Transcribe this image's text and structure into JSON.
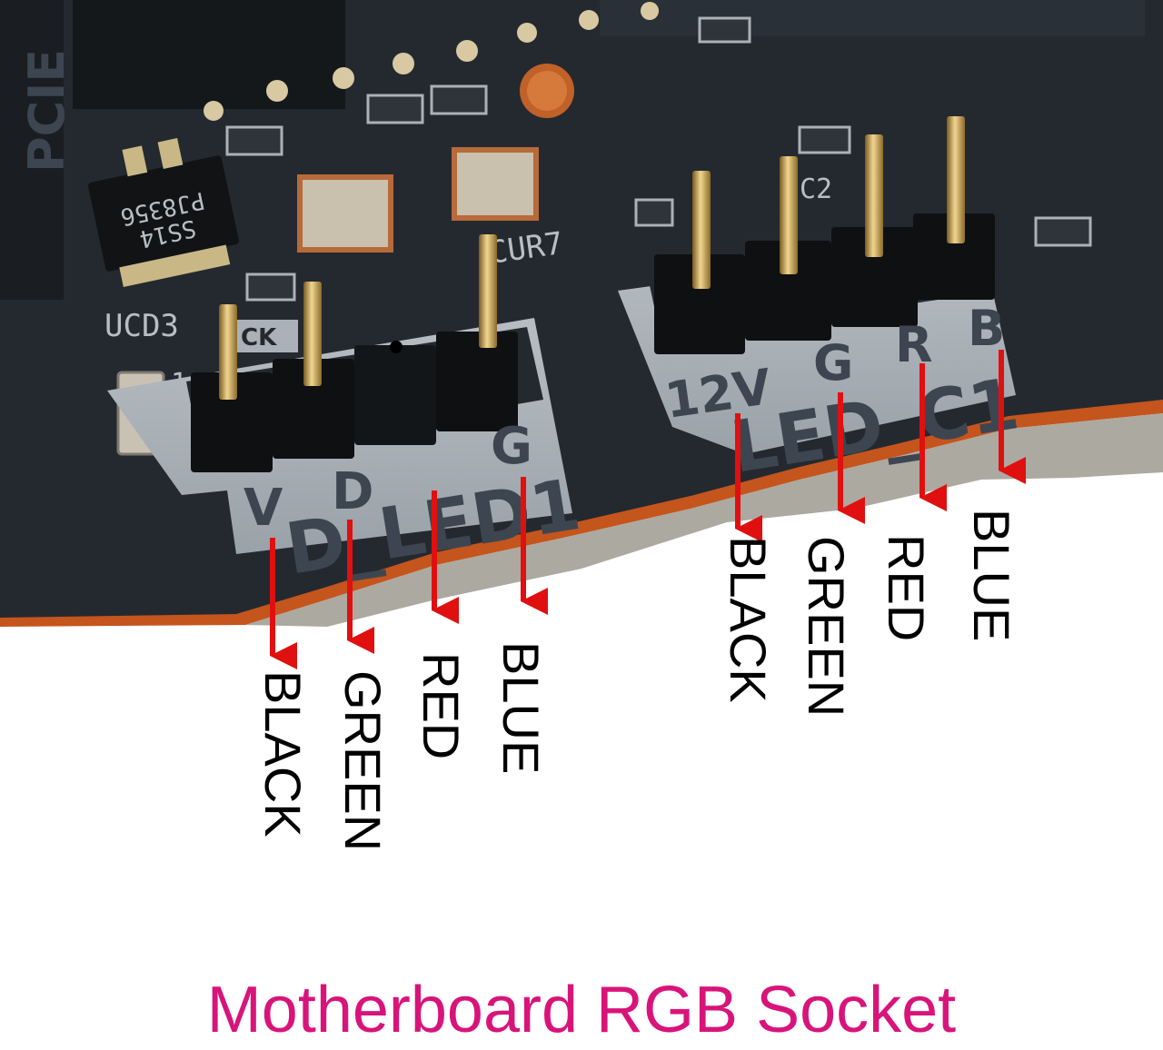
{
  "colors": {
    "board": "#24292f",
    "board_edge": "#c4551d",
    "silk_plate": "#aab1b8",
    "arrow": "#e01010",
    "caption": "#d8147a",
    "text": "#000000"
  },
  "board_markings": {
    "slot_label": "PCIE",
    "chip_part": "PJ8356",
    "chip_code": "SS14",
    "ref_ucd3": "UCD3",
    "ref_cur7": "CUR7",
    "ref_c2": "C2",
    "logo_text": "CK",
    "pin1_mark": "1"
  },
  "header_d_led": {
    "name": "D_LED1",
    "pins": [
      "V",
      "D",
      "G"
    ],
    "wires": [
      "BLACK",
      "GREEN",
      "RED",
      "BLUE"
    ]
  },
  "header_led_c": {
    "name": "LED_C1",
    "pins": [
      "12V",
      "G",
      "R",
      "B"
    ],
    "wires": [
      "BLACK",
      "GREEN",
      "RED",
      "BLUE"
    ]
  },
  "caption": "Motherboard RGB Socket"
}
